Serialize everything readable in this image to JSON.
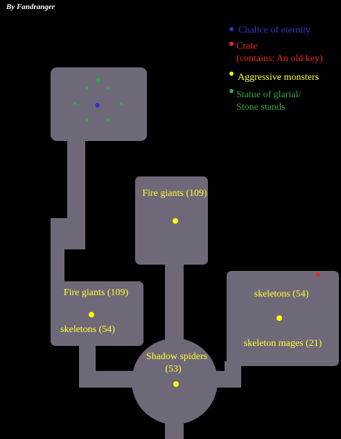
{
  "credit": "By Fandranger",
  "legend": [
    {
      "label": "Chalice of eternity",
      "color": "#3434c8"
    },
    {
      "label": "Crate",
      "sub": "(contains: An old key)",
      "color": "#e8262a"
    },
    {
      "label": "Aggressive monsters",
      "color": "#ffff00"
    },
    {
      "label": "Statue of glarial/",
      "sub": "Stone stands",
      "color": "#2ea84a"
    }
  ],
  "rooms": {
    "fire_giants_upper": "Fire giants (109)",
    "fire_giants_lower": "Fire giants (109)",
    "skeletons_left": "skeletons (54)",
    "skeletons_right": "skeletons (54)",
    "skeleton_mages": "skeleton mages (21)",
    "shadow_spiders": "Shadow spiders",
    "shadow_spiders_level": "(53)"
  },
  "colors": {
    "floor": "#6f6878",
    "background": "#000000",
    "text_monsters": "#ffff33"
  }
}
